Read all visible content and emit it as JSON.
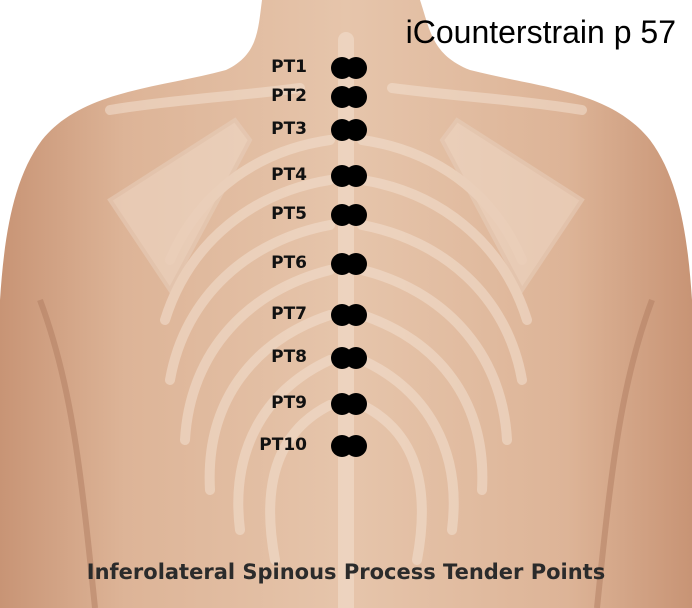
{
  "header": {
    "title": "iCounterstrain p 57"
  },
  "tender_points": [
    {
      "label": "PT1"
    },
    {
      "label": "PT2"
    },
    {
      "label": "PT3"
    },
    {
      "label": "PT4"
    },
    {
      "label": "PT5"
    },
    {
      "label": "PT6"
    },
    {
      "label": "PT7"
    },
    {
      "label": "PT8"
    },
    {
      "label": "PT9"
    },
    {
      "label": "PT10"
    }
  ],
  "footer": {
    "caption": "Inferolateral Spinous Process Tender Points"
  },
  "colors": {
    "skin": "#e3c0a5",
    "skin_shadow": "#c9987c",
    "bone": "#f1dccb",
    "marker": "#000000"
  }
}
